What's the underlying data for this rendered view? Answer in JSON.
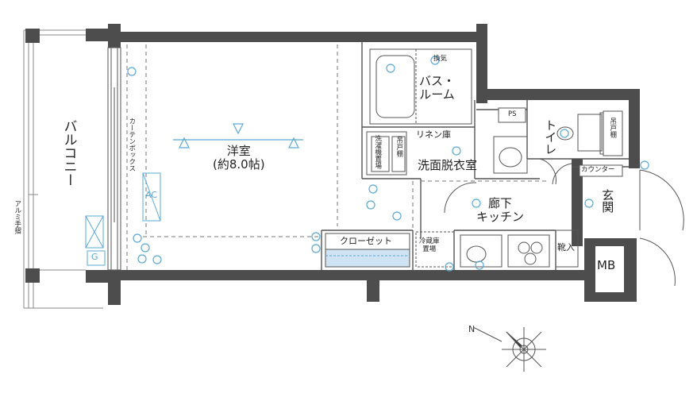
{
  "rooms": {
    "balcony": "バルコニー",
    "western_room": "洋室",
    "western_room_size": "(約8.0帖)",
    "bath": "バス・\nルーム",
    "bath_note": "換気",
    "linen": "リネン庫",
    "washroom": "洗面脱衣室",
    "toilet": "トイレ",
    "corridor_kitchen": "廊下\nキッチン",
    "entrance": "玄関",
    "closet": "クローゼット",
    "fridge": "冷蔵庫\n置場",
    "shoes_box": "靴入",
    "mb": "MB",
    "ps": "PS",
    "counter": "カウンター",
    "curtain_box": "カーテンボックス",
    "alumi": "アルミ手摺",
    "ac": "AC",
    "gas": "G",
    "storage_left": "洗濯機置場",
    "storage_right": "吊戸棚",
    "toilet_shelf": "吊戸棚"
  },
  "colors": {
    "wall": "#4d4d4d",
    "closet_fill": "#cfe3f2",
    "equipment": "#5aa9d6",
    "line": "#333333"
  },
  "icons": [
    "outlet-icon",
    "light-icon",
    "compass-icon",
    "door-swing-icon"
  ]
}
